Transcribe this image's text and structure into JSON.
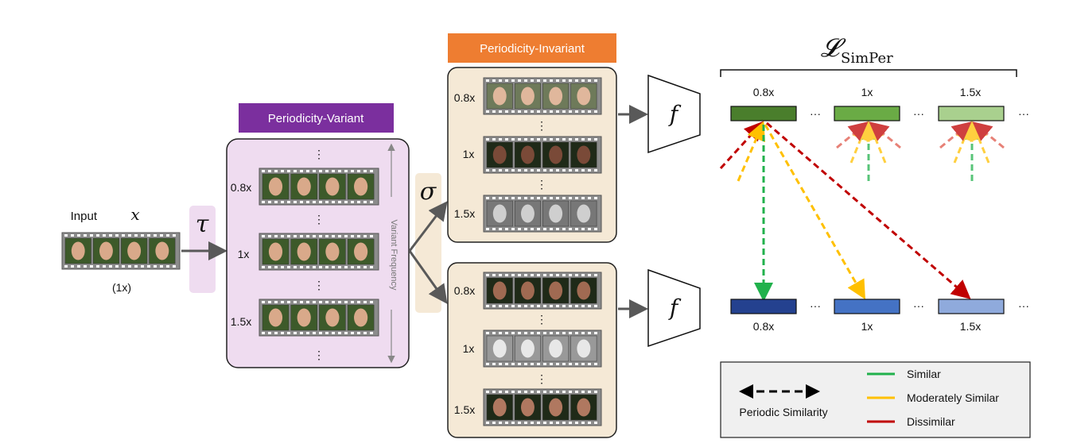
{
  "input": {
    "label": "Input",
    "symbol": "x",
    "rate": "(1x)"
  },
  "tau_symbol": "τ",
  "sigma_symbol": "σ",
  "f_symbol": "f",
  "variant": {
    "title": "Periodicity-Variant",
    "title_color": "#7b2f9e",
    "bg_color": "#efdcf0",
    "axis_label": "Variant Frequency",
    "speeds": [
      "0.8x",
      "1x",
      "1.5x"
    ]
  },
  "invariant": {
    "title": "Periodicity-Invariant",
    "title_color": "#ee7d31",
    "bg_color": "#f5e9d6",
    "top_speeds": [
      "0.8x",
      "1x",
      "1.5x"
    ],
    "bottom_speeds": [
      "0.8x",
      "1x",
      "1.5x"
    ]
  },
  "loss": {
    "symbol": "𝓛",
    "subscript": "SimPer",
    "top_labels": [
      "0.8x",
      "1x",
      "1.5x"
    ],
    "bottom_labels": [
      "0.8x",
      "1x",
      "1.5x"
    ],
    "ellipsis": "···",
    "top_colors": [
      "#4a7e2c",
      "#6aab45",
      "#a9d08e"
    ],
    "bottom_colors": [
      "#24418f",
      "#4472c4",
      "#8faadc"
    ]
  },
  "legend": {
    "arrow_caption": "Periodic Similarity",
    "items": [
      {
        "label": "Similar",
        "color": "#21b14c"
      },
      {
        "label": "Moderately Similar",
        "color": "#ffc000"
      },
      {
        "label": "Dissimilar",
        "color": "#c00000"
      }
    ]
  },
  "dots": "⋮"
}
